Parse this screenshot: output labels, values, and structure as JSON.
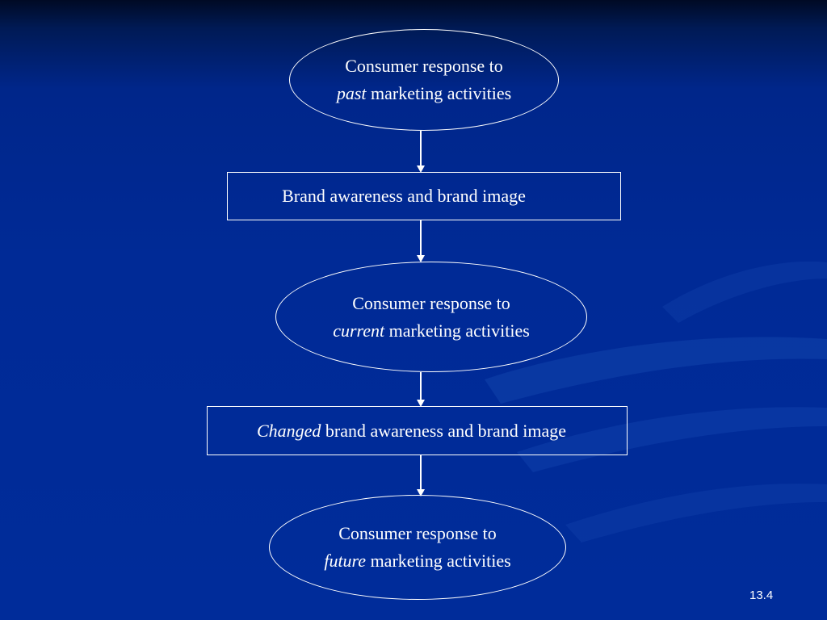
{
  "flowchart": {
    "node1": {
      "line1": "Consumer response to",
      "italic": "past",
      "rest": " marketing activities"
    },
    "node2": {
      "text": "Brand awareness and brand image"
    },
    "node3": {
      "line1": "Consumer response to",
      "italic": "current",
      "rest": " marketing activities"
    },
    "node4": {
      "italic": "Changed",
      "rest": " brand awareness and brand image"
    },
    "node5": {
      "line1": "Consumer response to",
      "italic": "future",
      "rest": " marketing activities"
    }
  },
  "slide_number": "13.4",
  "colors": {
    "background": "#002a96",
    "top_shade": "#000a24",
    "stroke": "#ffffff",
    "swoosh": "#1a4fb8"
  }
}
